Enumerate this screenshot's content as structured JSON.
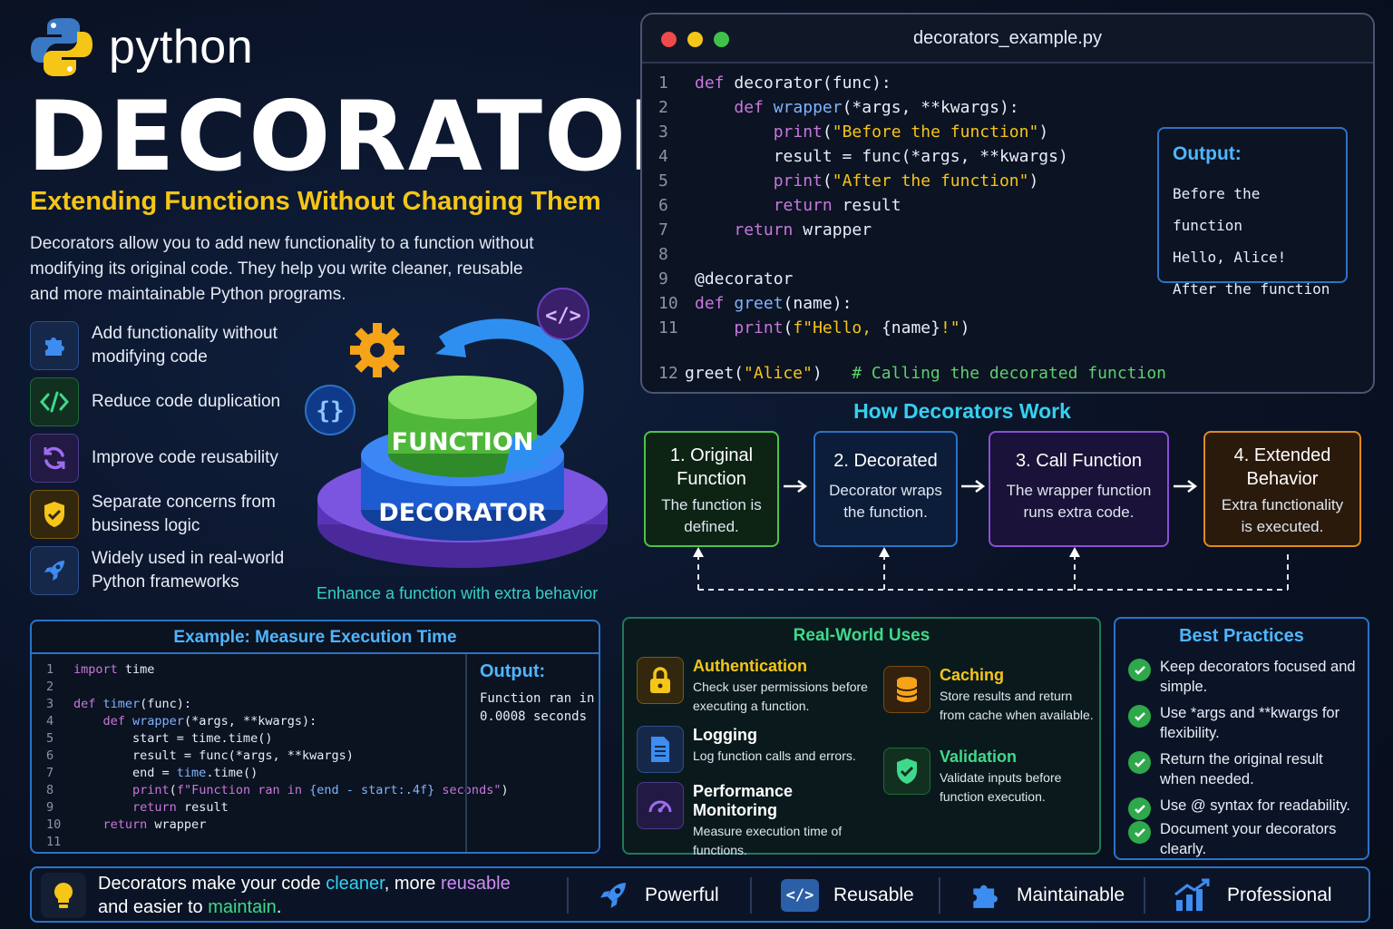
{
  "header": {
    "logo_word": "python",
    "title": "DECORATORS",
    "subtitle": "Extending Functions Without Changing Them",
    "intro": "Decorators allow you to add new functionality to a function without modifying its original code. They help you write cleaner, reusable and more maintainable Python programs."
  },
  "benefits": [
    {
      "icon": "puzzle-icon",
      "text": "Add functionality without modifying code"
    },
    {
      "icon": "code-icon",
      "text": "Reduce code duplication"
    },
    {
      "icon": "refresh-icon",
      "text": "Improve code reusability"
    },
    {
      "icon": "shield-check-icon",
      "text": "Separate concerns from business logic"
    },
    {
      "icon": "rocket-icon",
      "text": "Widely used in real-world Python frameworks"
    }
  ],
  "illustration": {
    "top_label": "FUNCTION",
    "bottom_label": "DECORATOR",
    "caption": "Enhance a function with extra behavior"
  },
  "code_window": {
    "filename": "decorators_example.py",
    "lines": [
      {
        "n": "1",
        "parts": [
          [
            "kw",
            "def "
          ],
          [
            "txt",
            "decorator(func):"
          ]
        ]
      },
      {
        "n": "2",
        "parts": [
          [
            "txt",
            "    "
          ],
          [
            "kw",
            "def "
          ],
          [
            "fn",
            "wrapper"
          ],
          [
            "txt",
            "(*args, **kwargs):"
          ]
        ]
      },
      {
        "n": "3",
        "parts": [
          [
            "txt",
            "        "
          ],
          [
            "kw",
            "print"
          ],
          [
            "txt",
            "("
          ],
          [
            "str",
            "\"Before the function\""
          ],
          [
            "txt",
            ")"
          ]
        ]
      },
      {
        "n": "4",
        "parts": [
          [
            "txt",
            "        result = func(*args, **kwargs)"
          ]
        ]
      },
      {
        "n": "5",
        "parts": [
          [
            "txt",
            "        "
          ],
          [
            "kw",
            "print"
          ],
          [
            "txt",
            "("
          ],
          [
            "str",
            "\"After the function\""
          ],
          [
            "txt",
            ")"
          ]
        ]
      },
      {
        "n": "6",
        "parts": [
          [
            "txt",
            "        "
          ],
          [
            "kw",
            "return "
          ],
          [
            "txt",
            "result"
          ]
        ]
      },
      {
        "n": "7",
        "parts": [
          [
            "txt",
            "    "
          ],
          [
            "kw",
            "return "
          ],
          [
            "txt",
            "wrapper"
          ]
        ]
      },
      {
        "n": "8",
        "parts": [
          [
            "txt",
            ""
          ]
        ]
      },
      {
        "n": "9",
        "parts": [
          [
            "txt",
            "@decorator"
          ]
        ]
      },
      {
        "n": "10",
        "parts": [
          [
            "kw",
            "def "
          ],
          [
            "fn",
            "greet"
          ],
          [
            "txt",
            "(name):"
          ]
        ]
      },
      {
        "n": "11",
        "parts": [
          [
            "txt",
            "    "
          ],
          [
            "kw",
            "print"
          ],
          [
            "txt",
            "("
          ],
          [
            "str",
            "f\"Hello, "
          ],
          [
            "txt",
            "{name}"
          ],
          [
            "str",
            "!\""
          ],
          [
            "txt",
            ")"
          ]
        ]
      },
      {
        "n": "",
        "parts": [
          [
            "txt",
            ""
          ]
        ]
      },
      {
        "n": "12",
        "parts": [
          [
            "txt",
            "greet("
          ],
          [
            "str",
            "\"Alice\""
          ],
          [
            "txt",
            ")   "
          ],
          [
            "cmt",
            "# Calling the decorated function"
          ]
        ]
      }
    ],
    "output_title": "Output:",
    "output_lines": [
      "Before the function",
      "Hello, Alice!",
      "After the function"
    ]
  },
  "how": {
    "title": "How Decorators Work",
    "steps": [
      {
        "title": "1. Original Function",
        "desc": "The function is defined.",
        "color": "#4fc24a"
      },
      {
        "title": "2. Decorated",
        "desc": "Decorator wraps the function.",
        "color": "#2b73c7"
      },
      {
        "title": "3. Call Function",
        "desc": "The wrapper function runs extra code.",
        "color": "#8a4fd6"
      },
      {
        "title": "4. Extended Behavior",
        "desc": "Extra functionality is executed.",
        "color": "#e08a1e"
      }
    ]
  },
  "example": {
    "title": "Example:  Measure Execution Time",
    "lines": [
      {
        "n": "1",
        "parts": [
          [
            "kw",
            "import "
          ],
          [
            "txt",
            "time"
          ]
        ]
      },
      {
        "n": "2",
        "parts": [
          [
            "txt",
            ""
          ]
        ]
      },
      {
        "n": "3",
        "parts": [
          [
            "kw",
            "def "
          ],
          [
            "fn",
            "timer"
          ],
          [
            "txt",
            "(func):"
          ]
        ]
      },
      {
        "n": "4",
        "parts": [
          [
            "txt",
            "    "
          ],
          [
            "kw",
            "def "
          ],
          [
            "fn",
            "wrapper"
          ],
          [
            "txt",
            "(*args, **kwargs):"
          ]
        ]
      },
      {
        "n": "5",
        "parts": [
          [
            "txt",
            "        start = time.time()"
          ]
        ]
      },
      {
        "n": "6",
        "parts": [
          [
            "txt",
            "        result = func(*args, **kwargs)"
          ]
        ]
      },
      {
        "n": "7",
        "parts": [
          [
            "txt",
            "        end = "
          ],
          [
            "fn",
            "time"
          ],
          [
            "txt",
            ".time()"
          ]
        ]
      },
      {
        "n": "8",
        "parts": [
          [
            "txt",
            "        "
          ],
          [
            "kw",
            "print"
          ],
          [
            "txt",
            "("
          ],
          [
            "kw",
            "f\"Function ran in "
          ],
          [
            "fn",
            "{end - start:.4f}"
          ],
          [
            "kw",
            " seconds\""
          ],
          [
            "txt",
            ")"
          ]
        ]
      },
      {
        "n": "9",
        "parts": [
          [
            "txt",
            "        "
          ],
          [
            "kw",
            "return "
          ],
          [
            "txt",
            "result"
          ]
        ]
      },
      {
        "n": "10",
        "parts": [
          [
            "txt",
            "    "
          ],
          [
            "kw",
            "return "
          ],
          [
            "txt",
            "wrapper"
          ]
        ]
      },
      {
        "n": "11",
        "parts": [
          [
            "txt",
            ""
          ]
        ]
      }
    ],
    "output_title": "Output:",
    "output_lines": [
      "Function ran in",
      "0.0008 seconds"
    ]
  },
  "real_world": {
    "title": "Real-World Uses",
    "items": [
      {
        "icon": "lock-icon",
        "title": "Authentication",
        "desc": "Check user permissions before executing a function.",
        "color": "#f5c518"
      },
      {
        "icon": "database-icon",
        "title": "Caching",
        "desc": "Store results and return from cache when available.",
        "color": "#f5c518"
      },
      {
        "icon": "document-icon",
        "title": "Logging",
        "desc": "Log function calls and errors.",
        "color": "#ffffff"
      },
      {
        "icon": "shield-check-icon",
        "title": "Validation",
        "desc": "Validate inputs before function execution.",
        "color": "#3fd98b"
      },
      {
        "icon": "gauge-icon",
        "title": "Performance Monitoring",
        "desc": "Measure execution time of functions.",
        "color": "#ffffff"
      }
    ]
  },
  "best_practices": {
    "title": "Best Practices",
    "items": [
      "Keep decorators focused and simple.",
      "Use *args and **kwargs for flexibility.",
      "Return the original result when needed.",
      "Use @ syntax for readability.",
      "Document your decorators clearly."
    ]
  },
  "footer": {
    "t1": "Decorators make your code ",
    "w1": "cleaner",
    "t2": ", more ",
    "w2": "reusable",
    "t3": "and easier to ",
    "w3": "maintain",
    "t4": ".",
    "items": [
      "Powerful",
      "Reusable",
      "Maintainable",
      "Professional"
    ]
  },
  "colors": {
    "accent_yellow": "#f5c518",
    "accent_cyan": "#35d0f0",
    "accent_blue": "#4fb6ff",
    "accent_green": "#3fd98b"
  }
}
